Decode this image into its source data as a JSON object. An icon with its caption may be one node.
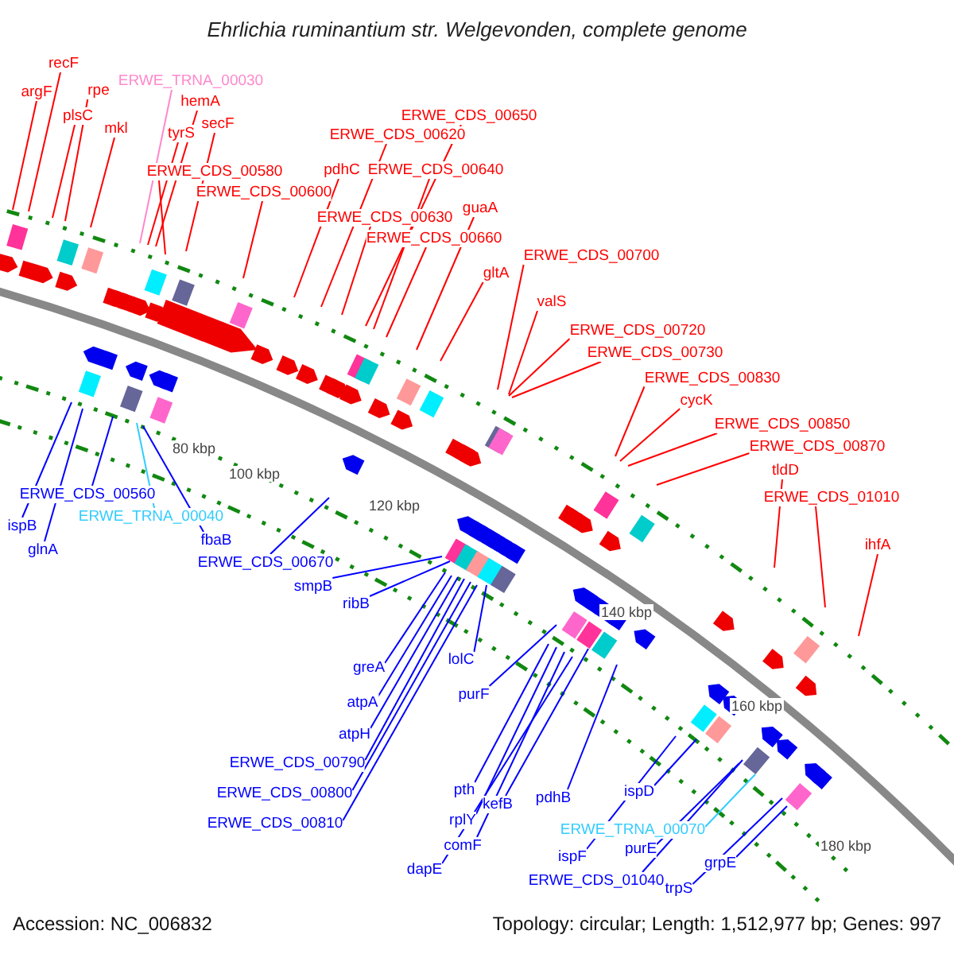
{
  "diagram": {
    "title": "Ehrlichia ruminantium str. Welgevonden, complete genome",
    "nodes": [
      {
        "text": [
          "argF"
        ]
      },
      {
        "text": [
          "recF"
        ]
      },
      {
        "text": [
          "rpe"
        ]
      },
      {
        "text": [
          "plsC"
        ]
      },
      {
        "text": [
          "mkl"
        ]
      },
      {
        "text": [
          "ERWE_TRNA_00030"
        ]
      },
      {
        "text": [
          "hemA"
        ]
      },
      {
        "text": [
          "tyrS"
        ]
      },
      {
        "text": [
          "secF"
        ]
      },
      {
        "text": [
          "ERWE_CDS_00580"
        ]
      },
      {
        "text": [
          "ERWE_CDS_00600"
        ]
      },
      {
        "text": [
          "ERWE_CDS_00620"
        ]
      },
      {
        "text": [
          "ERWE_CDS_00650"
        ]
      },
      {
        "text": [
          "pdhC"
        ]
      },
      {
        "text": [
          "ERWE_CDS_00640"
        ]
      },
      {
        "text": [
          "ERWE_CDS_00630"
        ]
      },
      {
        "text": [
          "guaA"
        ]
      },
      {
        "text": [
          "ERWE_CDS_00660"
        ]
      },
      {
        "text": [
          "gltA"
        ]
      },
      {
        "text": [
          "ERWE_CDS_00700"
        ]
      },
      {
        "text": [
          "valS"
        ]
      },
      {
        "text": [
          "ERWE_CDS_00720"
        ]
      },
      {
        "text": [
          "ERWE_CDS_00730"
        ]
      },
      {
        "text": [
          "ERWE_CDS_00830"
        ]
      },
      {
        "text": [
          "cycK"
        ]
      },
      {
        "text": [
          "ERWE_CDS_00850"
        ]
      },
      {
        "text": [
          "ERWE_CDS_00870"
        ]
      },
      {
        "text": [
          "tldD"
        ]
      },
      {
        "text": [
          "ERWE_CDS_01010"
        ]
      },
      {
        "text": [
          "ihfA"
        ]
      },
      {
        "text": [
          "ispB"
        ]
      },
      {
        "text": [
          "glnA"
        ]
      },
      {
        "text": [
          "ERWE_CDS_00560"
        ]
      },
      {
        "text": [
          "ERWE_TRNA_00040"
        ]
      },
      {
        "text": [
          "fbaB"
        ]
      },
      {
        "text": [
          "ERWE_CDS_00670"
        ]
      },
      {
        "text": [
          "smpB"
        ]
      },
      {
        "text": [
          "ribB"
        ]
      },
      {
        "text": [
          "greA"
        ]
      },
      {
        "text": [
          "atpA"
        ]
      },
      {
        "text": [
          "atpH"
        ]
      },
      {
        "text": [
          "ERWE_CDS_00790"
        ]
      },
      {
        "text": [
          "ERWE_CDS_00800"
        ]
      },
      {
        "text": [
          "ERWE_CDS_00810"
        ]
      },
      {
        "text": [
          "lolC"
        ]
      },
      {
        "text": [
          "purF"
        ]
      },
      {
        "text": [
          "pth"
        ]
      },
      {
        "text": [
          "rplY"
        ]
      },
      {
        "text": [
          "comF"
        ]
      },
      {
        "text": [
          "dapE"
        ]
      },
      {
        "text": [
          "kefB"
        ]
      },
      {
        "text": [
          "pdhB"
        ]
      },
      {
        "text": [
          "ispD"
        ]
      },
      {
        "text": [
          "ERWE_TRNA_00070"
        ]
      },
      {
        "text": [
          "ispF"
        ]
      },
      {
        "text": [
          "purE"
        ]
      },
      {
        "text": [
          "ERWE_CDS_01040"
        ]
      },
      {
        "text": [
          "grpE"
        ]
      },
      {
        "text": [
          "trpS"
        ]
      }
    ],
    "edges": [
      {
        "from": 0,
        "to": null,
        "arrow": "none"
      },
      {
        "from": 1,
        "to": null,
        "arrow": "none"
      },
      {
        "from": 2,
        "to": null,
        "arrow": "none"
      },
      {
        "from": 3,
        "to": null,
        "arrow": "none"
      },
      {
        "from": 4,
        "to": null,
        "arrow": "none"
      },
      {
        "from": 5,
        "to": null,
        "arrow": "none",
        "color": "#ff88cc"
      },
      {
        "from": 6,
        "to": null,
        "arrow": "none"
      },
      {
        "from": 7,
        "to": null,
        "arrow": "none"
      },
      {
        "from": 8,
        "to": null,
        "arrow": "none"
      },
      {
        "from": 9,
        "to": null,
        "arrow": "none"
      },
      {
        "from": 10,
        "to": null,
        "arrow": "none"
      },
      {
        "from": 11,
        "to": null,
        "arrow": "none"
      },
      {
        "from": 12,
        "to": null,
        "arrow": "none"
      },
      {
        "from": 13,
        "to": null,
        "arrow": "none"
      },
      {
        "from": 14,
        "to": null,
        "arrow": "none"
      },
      {
        "from": 15,
        "to": null,
        "arrow": "none"
      },
      {
        "from": 16,
        "to": null,
        "arrow": "none"
      },
      {
        "from": 17,
        "to": null,
        "arrow": "none"
      },
      {
        "from": 18,
        "to": null,
        "arrow": "none"
      },
      {
        "from": 19,
        "to": null,
        "arrow": "none"
      },
      {
        "from": 20,
        "to": null,
        "arrow": "none"
      },
      {
        "from": 21,
        "to": null,
        "arrow": "none"
      },
      {
        "from": 22,
        "to": null,
        "arrow": "none"
      },
      {
        "from": 23,
        "to": null,
        "arrow": "none"
      },
      {
        "from": 24,
        "to": null,
        "arrow": "none"
      },
      {
        "from": 25,
        "to": null,
        "arrow": "none"
      },
      {
        "from": 26,
        "to": null,
        "arrow": "none"
      },
      {
        "from": 27,
        "to": null,
        "arrow": "none"
      },
      {
        "from": 28,
        "to": null,
        "arrow": "none"
      },
      {
        "from": 29,
        "to": null,
        "arrow": "none"
      },
      {
        "from": 30,
        "to": null,
        "arrow": "none",
        "color": "#0000ff"
      },
      {
        "from": 31,
        "to": null,
        "arrow": "none",
        "color": "#0000ff"
      },
      {
        "from": 32,
        "to": null,
        "arrow": "none",
        "color": "#0000ff"
      },
      {
        "from": 33,
        "to": null,
        "arrow": "none",
        "color": "#33ccff"
      },
      {
        "from": 34,
        "to": null,
        "arrow": "none",
        "color": "#0000ff"
      },
      {
        "from": 35,
        "to": null,
        "arrow": "none",
        "color": "#0000ff"
      },
      {
        "from": 36,
        "to": null,
        "arrow": "none",
        "color": "#0000ff"
      },
      {
        "from": 37,
        "to": null,
        "arrow": "none",
        "color": "#0000ff"
      },
      {
        "from": 38,
        "to": null,
        "arrow": "none",
        "color": "#0000ff"
      },
      {
        "from": 39,
        "to": null,
        "arrow": "none",
        "color": "#0000ff"
      },
      {
        "from": 40,
        "to": null,
        "arrow": "none",
        "color": "#0000ff"
      },
      {
        "from": 41,
        "to": null,
        "arrow": "none",
        "color": "#0000ff"
      },
      {
        "from": 42,
        "to": null,
        "arrow": "none",
        "color": "#0000ff"
      },
      {
        "from": 43,
        "to": null,
        "arrow": "none",
        "color": "#0000ff"
      },
      {
        "from": 44,
        "to": null,
        "arrow": "none",
        "color": "#0000ff"
      },
      {
        "from": 45,
        "to": null,
        "arrow": "none",
        "color": "#0000ff"
      },
      {
        "from": 46,
        "to": null,
        "arrow": "none",
        "color": "#0000ff"
      },
      {
        "from": 47,
        "to": null,
        "arrow": "none",
        "color": "#0000ff"
      },
      {
        "from": 48,
        "to": null,
        "arrow": "none",
        "color": "#0000ff"
      },
      {
        "from": 49,
        "to": null,
        "arrow": "none",
        "color": "#0000ff"
      },
      {
        "from": 50,
        "to": null,
        "arrow": "none",
        "color": "#0000ff"
      },
      {
        "from": 51,
        "to": null,
        "arrow": "none",
        "color": "#0000ff"
      },
      {
        "from": 52,
        "to": null,
        "arrow": "none",
        "color": "#0000ff"
      },
      {
        "from": 53,
        "to": null,
        "arrow": "none",
        "color": "#33ccff"
      },
      {
        "from": 54,
        "to": null,
        "arrow": "none",
        "color": "#0000ff"
      },
      {
        "from": 55,
        "to": null,
        "arrow": "none",
        "color": "#0000ff"
      },
      {
        "from": 56,
        "to": null,
        "arrow": "none",
        "color": "#0000ff"
      },
      {
        "from": 57,
        "to": null,
        "arrow": "none",
        "color": "#0000ff"
      },
      {
        "from": 58,
        "to": null,
        "arrow": "none",
        "color": "#0000ff"
      }
    ],
    "labels": [
      "80 kbp",
      "100 kbp",
      "120 kbp",
      "140 kbp",
      "160 kbp",
      "180 kbp",
      "Accession: NC_006832",
      "Topology: circular; Length: 1,512,977 bp; Genes: 997"
    ]
  }
}
